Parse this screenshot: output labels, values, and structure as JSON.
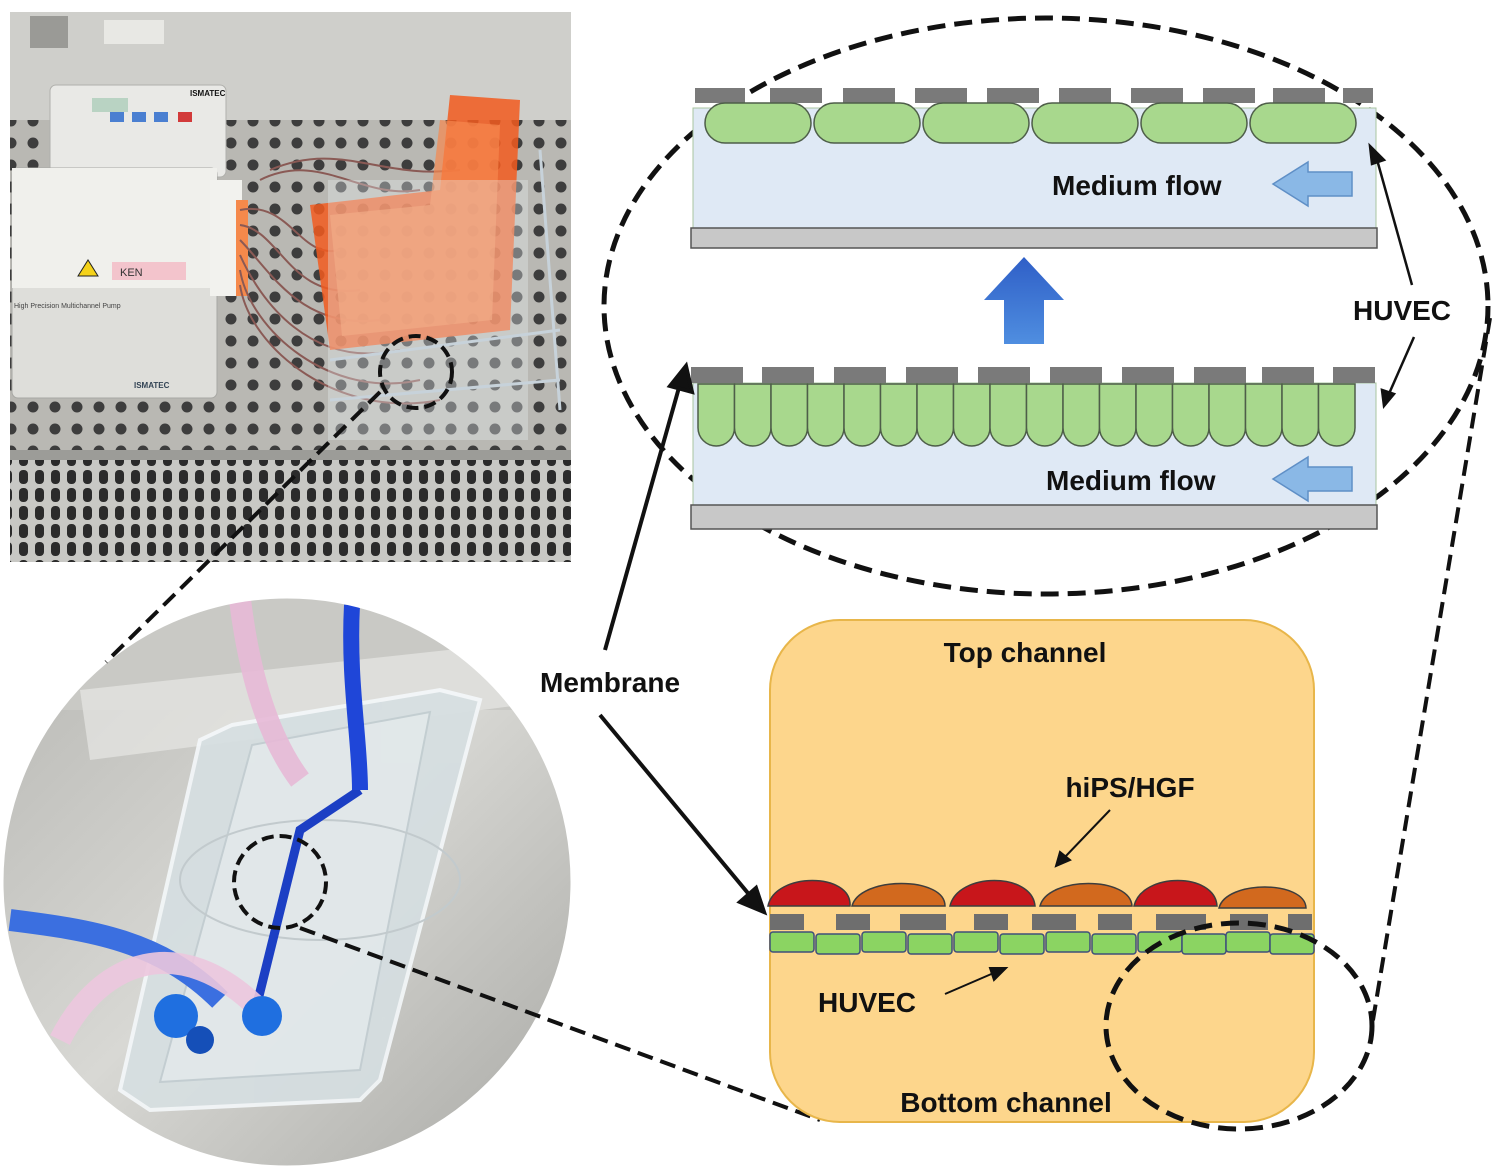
{
  "labels": {
    "medium_flow_top": "Medium flow",
    "medium_flow_bottom": "Medium flow",
    "huvec_zoom": "HUVEC",
    "membrane": "Membrane",
    "top_channel": "Top channel",
    "hips_hgf": "hiPS/HGF",
    "huvec_chip": "HUVEC",
    "bottom_channel": "Bottom channel"
  },
  "equipment": {
    "pump_brand_small": "ISMATEC",
    "pump_brand_large": "ISMATEC",
    "pump_model": "High Precision Multichannel Pump",
    "pump_tag": "KEN"
  },
  "colors": {
    "channel_fill": "#fdd68c",
    "channel_border": "#e8b64a",
    "hips_cell": "#c8161b",
    "hgf_cell": "#d2691e",
    "huvec_cell": "#8bd462",
    "huvec_zoom_cell": "#a8d88d",
    "membrane_pore": "#6e6e6e",
    "medium": "#dfe9f5",
    "flow_arrow": "#8ab8e6",
    "up_arrow": "#3a6fd0",
    "chip_tube_blue": "#1c3fc4",
    "chip_tube_pink": "#e7b9d6",
    "hood_frame": "#f07a2a"
  },
  "icons": {
    "flow_arrow": "left-arrow-icon",
    "transition_arrow": "up-arrow-icon"
  }
}
